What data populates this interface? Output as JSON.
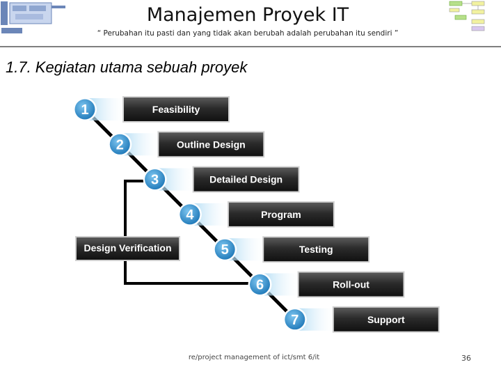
{
  "header": {
    "title": "Manajemen Proyek IT",
    "subtitle": "“ Perubahan itu pasti dan yang tidak akan berubah adalah perubahan itu sendiri ”"
  },
  "section": {
    "heading": "1.7. Kegiatan utama sebuah proyek"
  },
  "diagram": {
    "steps": [
      {
        "number": "1",
        "label": "Feasibility"
      },
      {
        "number": "2",
        "label": "Outline Design"
      },
      {
        "number": "3",
        "label": "Detailed Design"
      },
      {
        "number": "4",
        "label": "Program"
      },
      {
        "number": "5",
        "label": "Testing"
      },
      {
        "number": "6",
        "label": "Roll-out"
      },
      {
        "number": "7",
        "label": "Support"
      }
    ],
    "verification_label": "Design Verification",
    "colors": {
      "circle": "#3a9ad9",
      "box": "#2a2a2a",
      "line": "#000000",
      "glow": "#bfe3f7"
    }
  },
  "footer": {
    "text": "re/project management of ict/smt 6/it",
    "page_number": "36"
  }
}
